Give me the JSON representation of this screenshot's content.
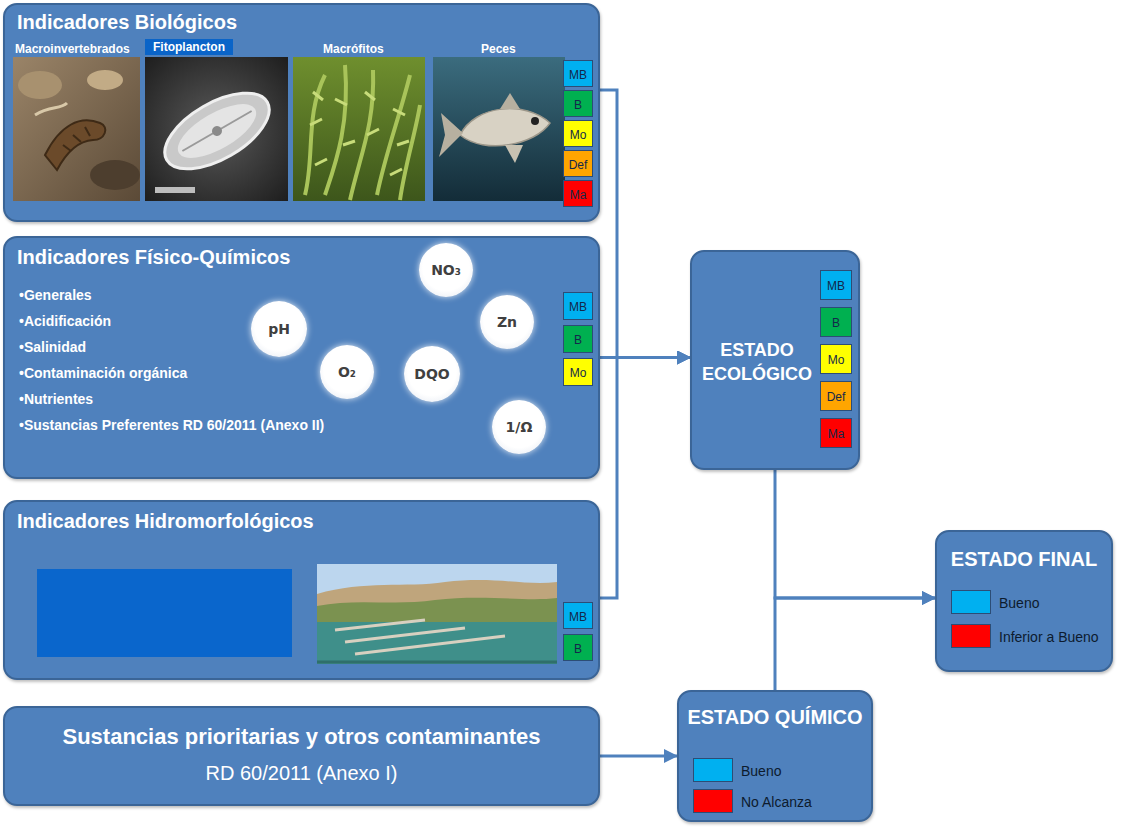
{
  "diagram": {
    "nodes": [
      {
        "text": [
          "Indicadores Biológicos",
          "Macroinvertebrados",
          "Fitoplancton",
          "Macrófitos",
          "Peces"
        ]
      },
      {
        "text": [
          "MB"
        ],
        "in": 0
      },
      {
        "text": [
          "B"
        ],
        "in": 0
      },
      {
        "text": [
          "Mo"
        ],
        "in": 0
      },
      {
        "text": [
          "Def"
        ],
        "in": 0
      },
      {
        "text": [
          "Ma"
        ],
        "in": 0
      },
      {
        "text": [
          "Indicadores Físico-Químicos",
          "•Generales",
          "•Acidificación",
          "•Salinidad",
          "•Contaminación orgánica",
          "•Nutrientes",
          "•Sustancias Preferentes RD 60/2011 (Anexo II)"
        ]
      },
      {
        "text": [
          "pH"
        ],
        "in": 6
      },
      {
        "text": [
          "NO₃"
        ],
        "in": 6
      },
      {
        "text": [
          "O₂"
        ],
        "in": 6
      },
      {
        "text": [
          "DQO"
        ],
        "in": 6
      },
      {
        "text": [
          "Zn"
        ],
        "in": 6
      },
      {
        "text": [
          "1/Ω"
        ],
        "in": 6
      },
      {
        "text": [
          "MB"
        ],
        "in": 6
      },
      {
        "text": [
          "B"
        ],
        "in": 6
      },
      {
        "text": [
          "Mo"
        ],
        "in": 6
      },
      {
        "text": [
          "Indicadores Hidromorfológicos"
        ]
      },
      {
        "text": [
          "MB"
        ],
        "in": 16
      },
      {
        "text": [
          "B"
        ],
        "in": 16
      },
      {
        "text": [
          "Sustancias prioritarias y otros contaminantes",
          "RD 60/2011 (Anexo I)"
        ]
      },
      {
        "text": [
          "ESTADO ECOLÓGICO"
        ]
      },
      {
        "text": [
          "MB"
        ],
        "in": 20
      },
      {
        "text": [
          "B"
        ],
        "in": 20
      },
      {
        "text": [
          "Mo"
        ],
        "in": 20
      },
      {
        "text": [
          "Def"
        ],
        "in": 20
      },
      {
        "text": [
          "Ma"
        ],
        "in": 20
      },
      {
        "text": [
          "ESTADO QUÍMICO"
        ]
      },
      {
        "text": [
          "ESTADO FINAL"
        ]
      }
    ],
    "edges": [
      {
        "from": 0,
        "to": 20,
        "arrow": "to"
      },
      {
        "from": 6,
        "to": 20,
        "arrow": "to"
      },
      {
        "from": 16,
        "to": 20,
        "arrow": "to"
      },
      {
        "from": 19,
        "to": 26,
        "arrow": "to"
      },
      {
        "from": 20,
        "to": 27,
        "arrow": "to"
      },
      {
        "from": 26,
        "to": 27,
        "arrow": "to"
      }
    ],
    "legend": [
      {
        "text": "Bueno",
        "color": "#00b0f0"
      },
      {
        "text": "No Alcanza",
        "color": "#ff0000"
      },
      {
        "text": "Bueno",
        "color": "#00b0f0"
      },
      {
        "text": "Inferior a Bueno",
        "color": "#ff0000"
      }
    ]
  }
}
